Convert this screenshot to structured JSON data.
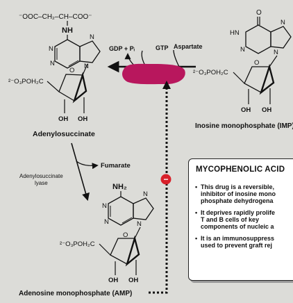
{
  "labels": {
    "adenylosuccinate_side_chain": "⁻OOC–CH₂–CH–COO⁻",
    "nh": "NH",
    "adenylosuccinate": "Adenylosuccinate",
    "gdp_pi": "GDP + Pᵢ",
    "gtp": "GTP",
    "aspartate": "Aspartate",
    "fumarate": "Fumarate",
    "lyase_line1": "Adenylosuccinate",
    "lyase_line2": "lyase",
    "nh2": "NH₂",
    "amp": "Adenosine monophosphate (AMP)",
    "imp": "Inosine monophosphate (IMP)",
    "phosphate": "²⁻O₃POH₂C",
    "oh": "OH",
    "hn": "HN",
    "o": "O",
    "n": "N",
    "inhibition_symbol": "−"
  },
  "colors": {
    "background": "#dcdcd8",
    "enzyme_blob": "#b8175d",
    "inhibition_circle": "#d8202a"
  },
  "info_box": {
    "title": "MYCOPHENOLIC ACID",
    "bullets": [
      "This drug is a reversible,\ninhibitor of inosine mono\nphosphate dehydrogena",
      "It deprives rapidly prolife\nT and B cells of key\ncomponents of nucleic a",
      "It is an immunosuppress\nused to prevent graft rej"
    ]
  }
}
